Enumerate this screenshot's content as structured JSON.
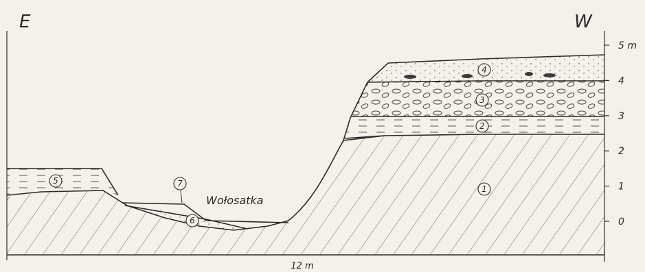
{
  "directions": {
    "left": "E",
    "right": "W"
  },
  "scale_bar": {
    "label": "12 m"
  },
  "depth_scale": {
    "ticks": [
      {
        "label": "5 m",
        "value": 5
      },
      {
        "label": "4",
        "value": 4
      },
      {
        "label": "3",
        "value": 3
      },
      {
        "label": "2",
        "value": 2
      },
      {
        "label": "1",
        "value": 1
      },
      {
        "label": "0",
        "value": 0
      }
    ]
  },
  "river_label": "Wołosatka",
  "layers": [
    {
      "id": "1",
      "label": "1",
      "pattern": "rock-diagonal-hatch"
    },
    {
      "id": "2",
      "label": "2",
      "pattern": "dashed-silt"
    },
    {
      "id": "3",
      "label": "3",
      "pattern": "gravel-pebbles"
    },
    {
      "id": "4",
      "label": "4",
      "pattern": "dotted-loam"
    },
    {
      "id": "5",
      "label": "5",
      "pattern": "dashed-gravel"
    },
    {
      "id": "6",
      "label": "6",
      "pattern": "dotted-gravel"
    },
    {
      "id": "7",
      "label": "7",
      "pattern": "river-bed"
    }
  ],
  "colors": {
    "ink": "#2a2a2a",
    "paper": "#f3f1ea"
  }
}
